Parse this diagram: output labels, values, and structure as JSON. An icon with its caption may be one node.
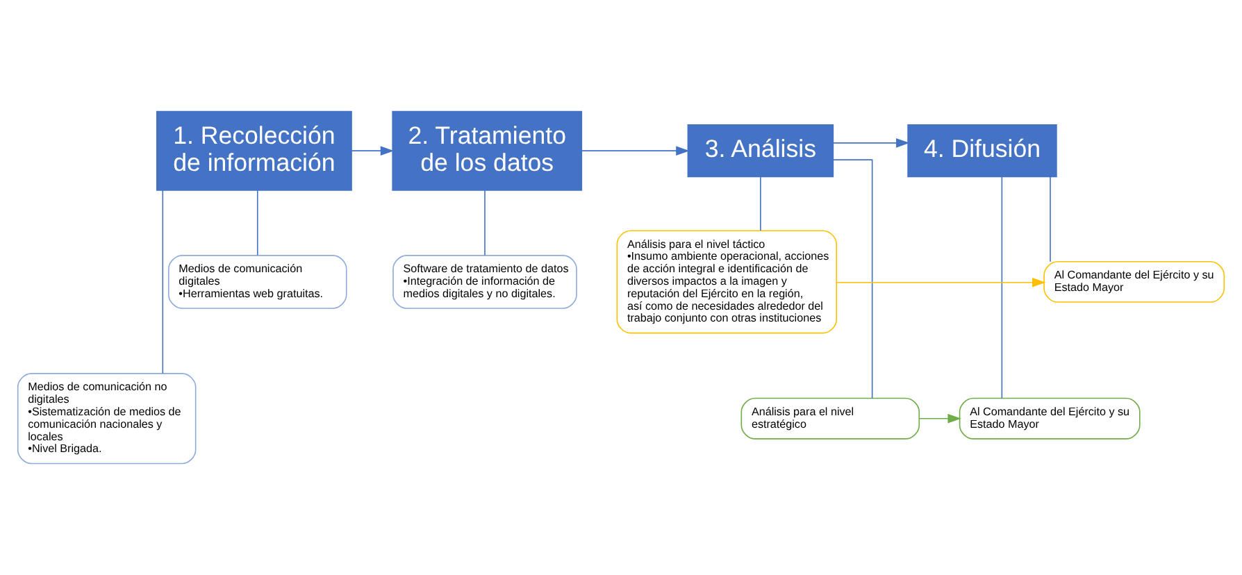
{
  "diagram": {
    "nodes": [
      {
        "text": [
          "1. Recolección de información"
        ]
      },
      {
        "text": [
          "2. Tratamiento de los datos"
        ]
      },
      {
        "text": [
          "3. Análisis"
        ]
      },
      {
        "text": [
          "4. Difusión"
        ]
      },
      {
        "text": [
          "Medios de comunicación digitales",
          "•Herramientas web gratuitas."
        ]
      },
      {
        "text": [
          "Medios de comunicación no digitales",
          "•Sistematización de medios de comunicación nacionales y locales",
          "•Nivel Brigada."
        ]
      },
      {
        "text": [
          "Software de tratamiento de datos",
          "•Integración de información de medios digitales y no digitales."
        ]
      },
      {
        "text": [
          "Análisis para el nivel táctico",
          "•Insumo ambiente operacional, acciones de acción integral e identificación de diversos impactos a la imagen y reputación del Ejército en la región, así como de necesidades alrededor del trabajo conjunto con otras instituciones"
        ]
      },
      {
        "text": [
          "Al Comandante del Ejército y su Estado Mayor"
        ]
      },
      {
        "text": [
          "Análisis para el nivel estratégico"
        ]
      },
      {
        "text": [
          "Al Comandante del Ejército y su Estado Mayor"
        ]
      }
    ],
    "edges": [
      {
        "from": 0,
        "to": 1,
        "arrow": "to"
      },
      {
        "from": 1,
        "to": 2,
        "arrow": "to"
      },
      {
        "from": 2,
        "to": 3,
        "arrow": "to"
      },
      {
        "from": 0,
        "to": 4,
        "arrow": "none"
      },
      {
        "from": 0,
        "to": 5,
        "arrow": "none"
      },
      {
        "from": 1,
        "to": 6,
        "arrow": "none"
      },
      {
        "from": 2,
        "to": 7,
        "arrow": "none"
      },
      {
        "from": 2,
        "to": 9,
        "arrow": "none"
      },
      {
        "from": 7,
        "to": 8,
        "arrow": "to",
        "color": "#ffc000"
      },
      {
        "from": 9,
        "to": 10,
        "arrow": "to",
        "color": "#70ad47"
      },
      {
        "from": 3,
        "to": 8,
        "arrow": "none"
      },
      {
        "from": 3,
        "to": 10,
        "arrow": "none"
      }
    ]
  }
}
